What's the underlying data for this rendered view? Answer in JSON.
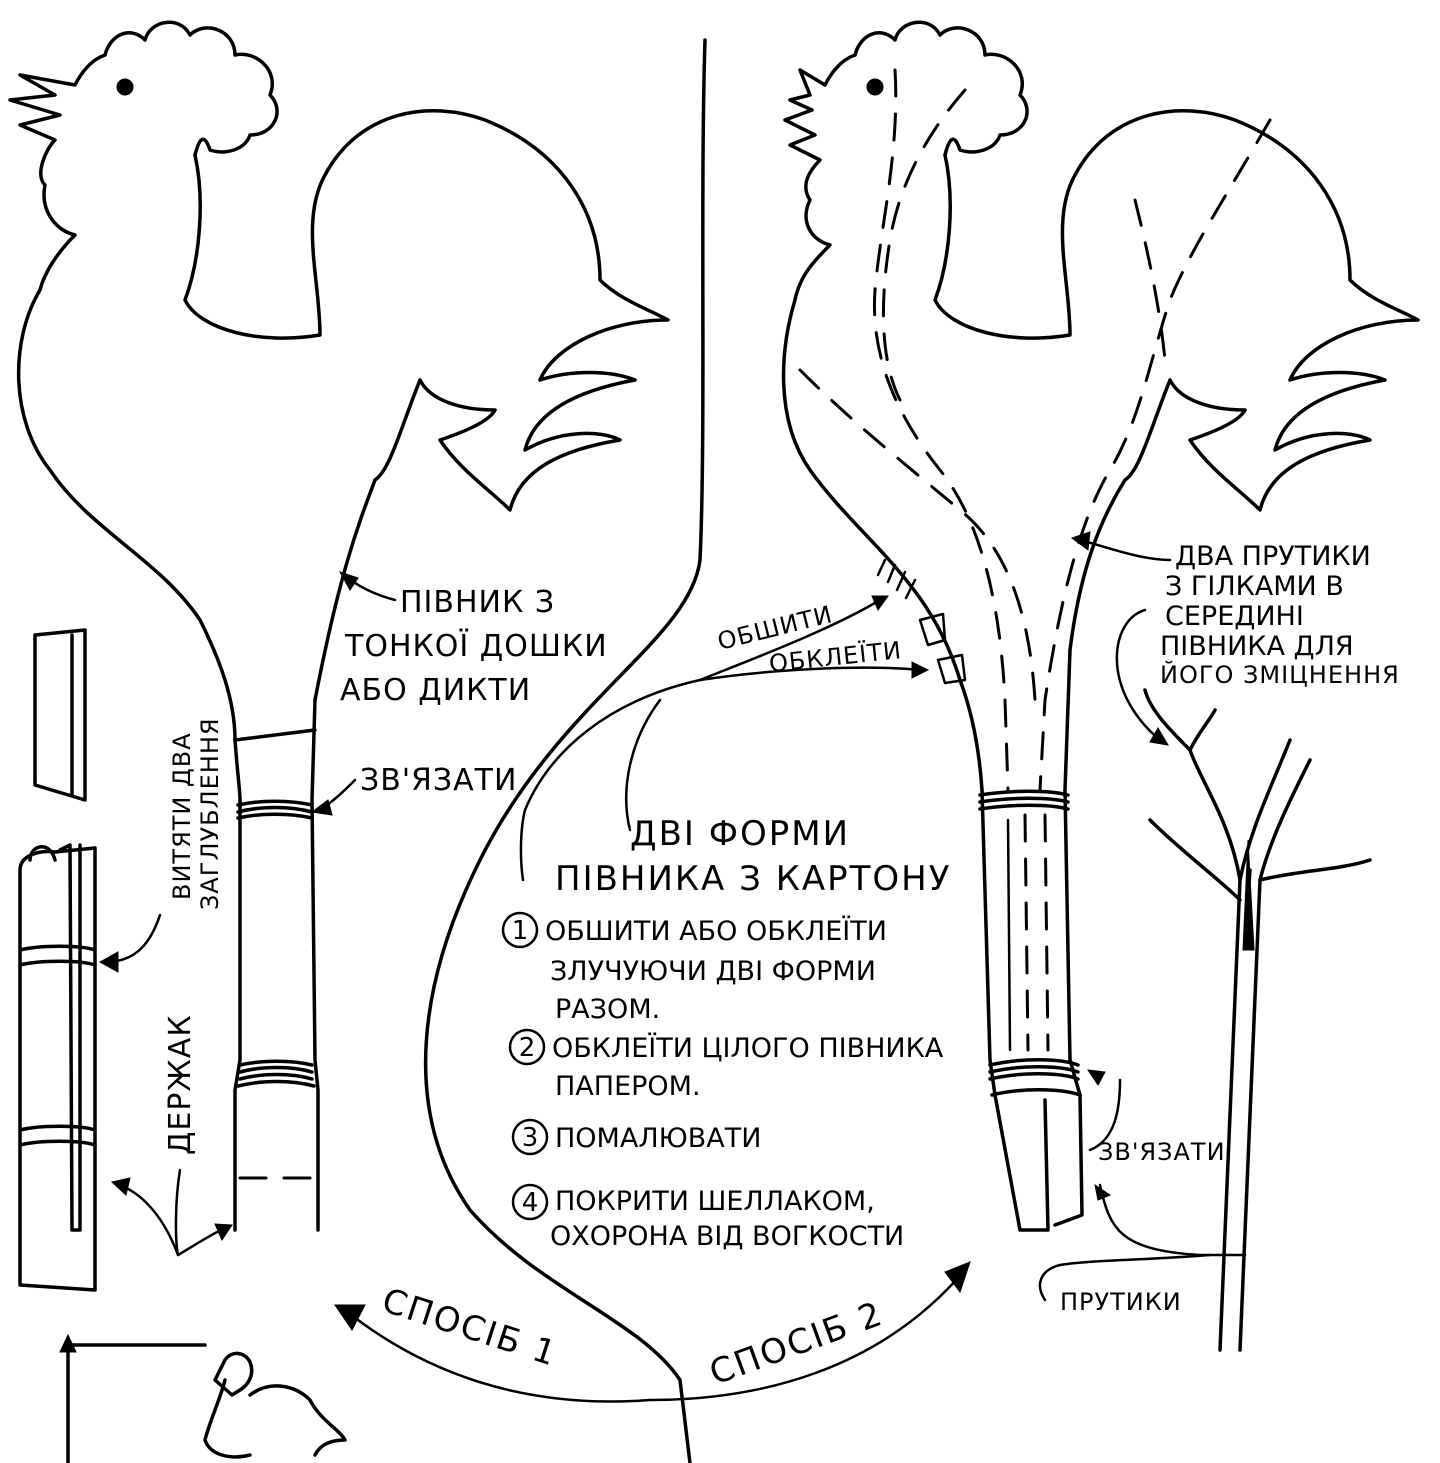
{
  "left_labels": {
    "rooster_material": [
      "ПІВНИК З",
      "ТОНКОЇ ДОШКИ",
      "АБО ДИКТИ"
    ],
    "tie": "ЗВ'ЯЗАТИ",
    "grooves": [
      "ВИТЯТИ ДВА",
      "ЗАГЛУБЛЕННЯ"
    ],
    "handle": "ДЕРЖАК"
  },
  "center_labels": {
    "title": [
      "ДВІ ФОРМИ",
      "ПІВНИКА З КАРТОНУ"
    ],
    "sew": "ОБШИТИ",
    "glue": "ОБКЛЕЇТИ",
    "steps": [
      {
        "n": "1",
        "lines": [
          "ОБШИТИ АБО ОБКЛЕЇТИ",
          "ЗЛУЧУЮЧИ ДВІ ФОРМИ",
          "РАЗОМ."
        ]
      },
      {
        "n": "2",
        "lines": [
          "ОБКЛЕЇТИ ЦІЛОГО ПІВНИКА",
          "ПАПЕРОМ."
        ]
      },
      {
        "n": "3",
        "lines": [
          "ПОМАЛЮВАТИ"
        ]
      },
      {
        "n": "4",
        "lines": [
          "ПОКРИТИ ШЕЛЛАКОМ,",
          "ОХОРОНА ВІД ВОГКОСТИ"
        ]
      }
    ]
  },
  "right_labels": {
    "twigs_note": [
      "ДВА ПРУТИКИ",
      "З ГІЛКАМИ В",
      "СЕРЕДИНІ",
      "ПІВНИКА ДЛЯ",
      "ЙОГО ЗМІЦНЕННЯ"
    ],
    "tie": "ЗВ'ЯЗАТИ",
    "twigs": "ПРУТИКИ"
  },
  "methods": {
    "method1": "СПОСІБ 1",
    "method2": "СПОСІБ 2"
  }
}
